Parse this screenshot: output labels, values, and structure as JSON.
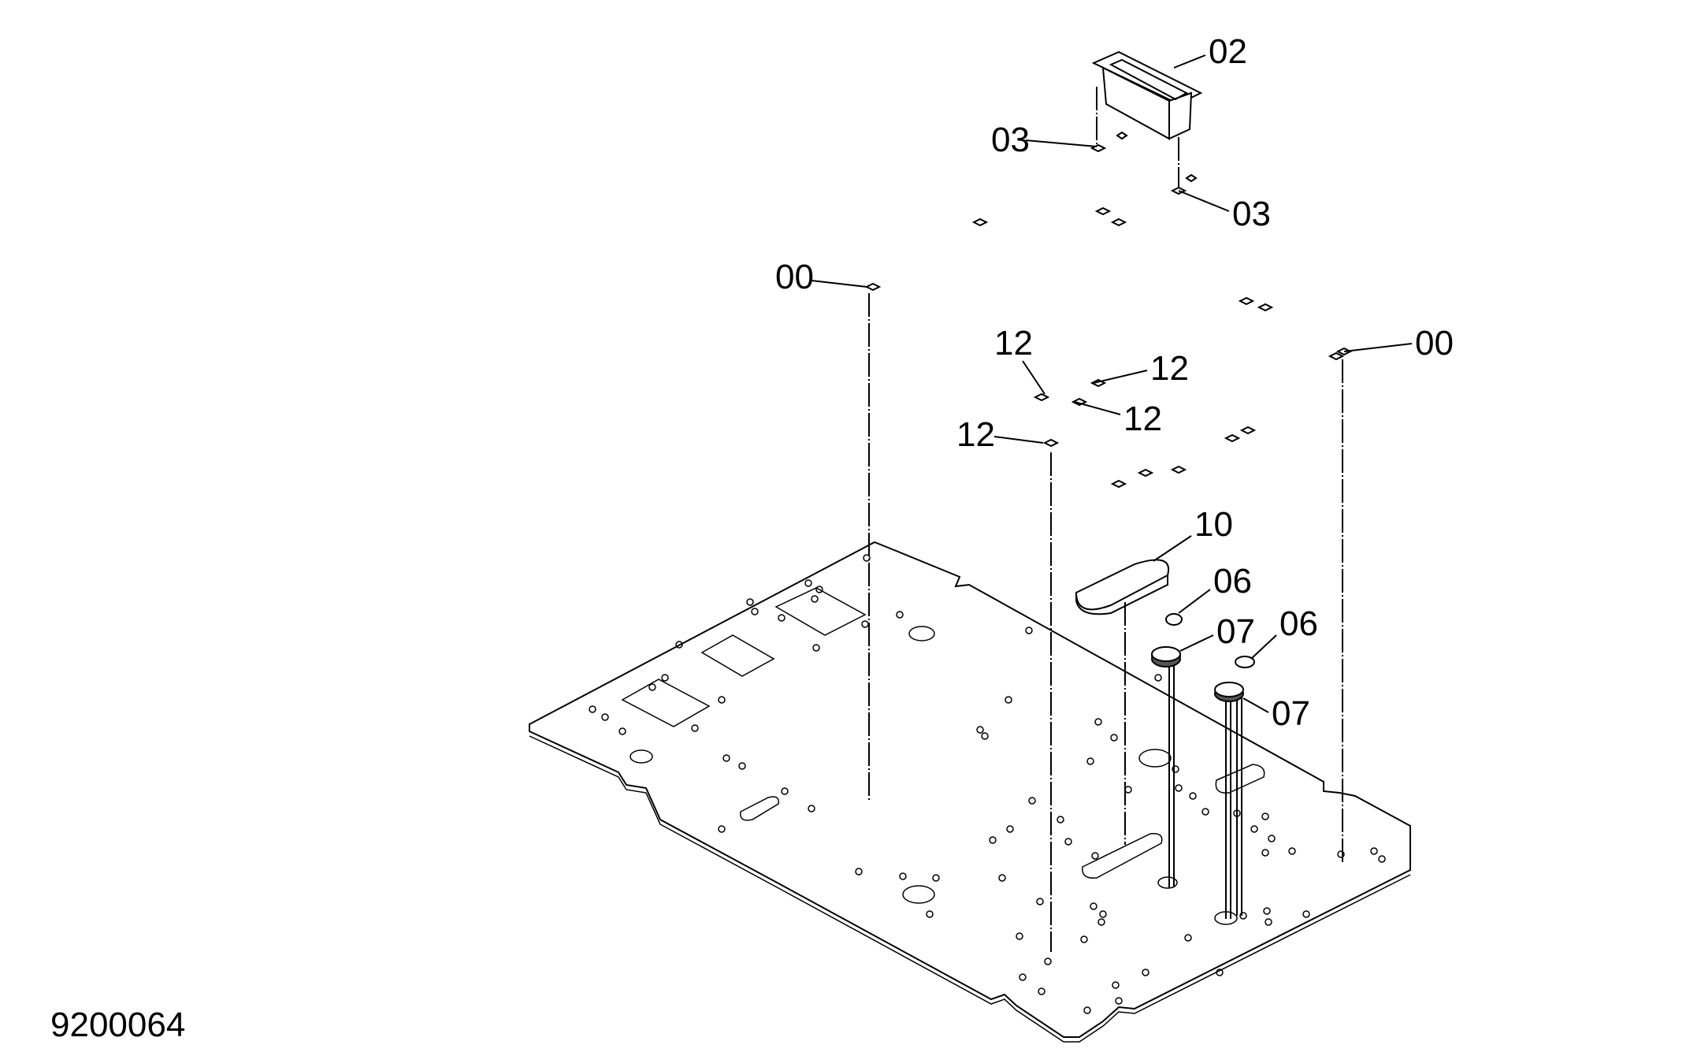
{
  "drawing_id": "9200064",
  "callouts": {
    "part_02": "02",
    "part_03_left": "03",
    "part_03_right": "03",
    "part_00_left": "00",
    "part_00_right": "00",
    "part_12_top": "12",
    "part_12_right_upper": "12",
    "part_12_right_lower": "12",
    "part_12_left": "12",
    "part_10": "10",
    "part_06_upper": "06",
    "part_07_upper": "07",
    "part_06_lower": "06",
    "part_07_lower": "07"
  }
}
